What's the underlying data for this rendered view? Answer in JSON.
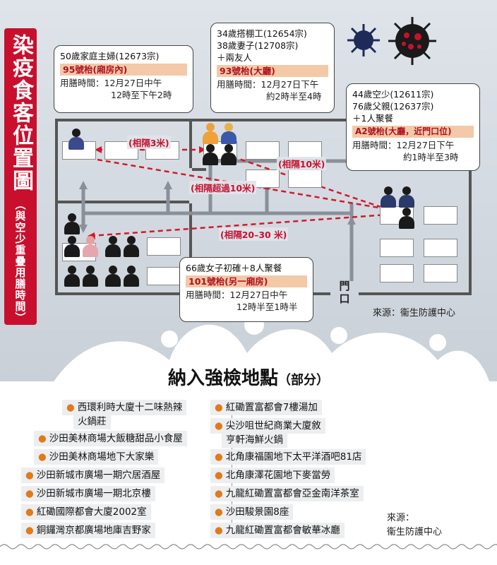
{
  "side_title": {
    "main": "染疫食客位置圖",
    "sub": "（與空少重疊用膳時間）"
  },
  "callouts": {
    "c95": {
      "line1": "50歲家庭主婦(12673宗)",
      "hl": "95號枱(廂房內)",
      "time1": "用膳時間：12月27日中午",
      "time2": "12時至下午2時"
    },
    "c93": {
      "line1": "34歲搭棚工(12654宗)",
      "line2": "38歲妻子(12708宗)",
      "line3": "＋兩友人",
      "hl": "93號枱(大廳)",
      "time1": "用膳時間：12月27日下午",
      "time2": "約2時半至4時"
    },
    "cA2": {
      "line1": "44歲空少(12611宗)",
      "line2": "76歲父親(12637宗)",
      "line3": "＋1人聚餐",
      "hl": "A2號枱(大廳，近門口位)",
      "time1": "用膳時間：12月27日下午",
      "time2": "約1時半至3時"
    },
    "c101": {
      "line1": "66歲女子初確＋8人聚餐",
      "hl": "101號枱(另一廂房)",
      "time1": "用膳時間：12月27日中午",
      "time2": "12時半至1時半"
    }
  },
  "distances": {
    "d3": "(相隔3米)",
    "d10": "(相隔10米)",
    "d10plus": "(相隔超過10米)",
    "d2030": "(相隔20–30 米)"
  },
  "door_label": "門口",
  "source1": "來源：衞生防護中心",
  "list_title": {
    "main": "納入強檢地點",
    "sub": "（部分）"
  },
  "left_list": [
    [
      "西環利時大廈十二味熱辣",
      "火鍋莊"
    ],
    [
      "沙田美林商場大飯糖甜品小食屋"
    ],
    [
      "沙田美林商場地下大家樂"
    ],
    [
      "沙田新城市廣場一期穴居酒屋"
    ],
    [
      "沙田新城市廣場一期北京樓"
    ],
    [
      "紅磡國際都會大廈2002室"
    ],
    [
      "銅鑼灣京都廣場地庫吉野家"
    ]
  ],
  "right_list": [
    [
      "紅磡置富都會7樓湯加"
    ],
    [
      "尖沙咀世紀商業大廈敘",
      "亨軒海鮮火鍋"
    ],
    [
      "北角康福園地下太平洋酒吧81店"
    ],
    [
      "北角康澤花園地下麥當勞"
    ],
    [
      "九龍紅磡置富都會亞金南洋茶室"
    ],
    [
      "沙田駿景園8座"
    ],
    [
      "九龍紅磡置富都會敏華冰廳"
    ]
  ],
  "source2": {
    "l1": "來源：",
    "l2": "衞生防護中心"
  },
  "colors": {
    "accent": "#c8102e",
    "highlight": "#f3c9a8",
    "dot": "#e07a1b"
  }
}
